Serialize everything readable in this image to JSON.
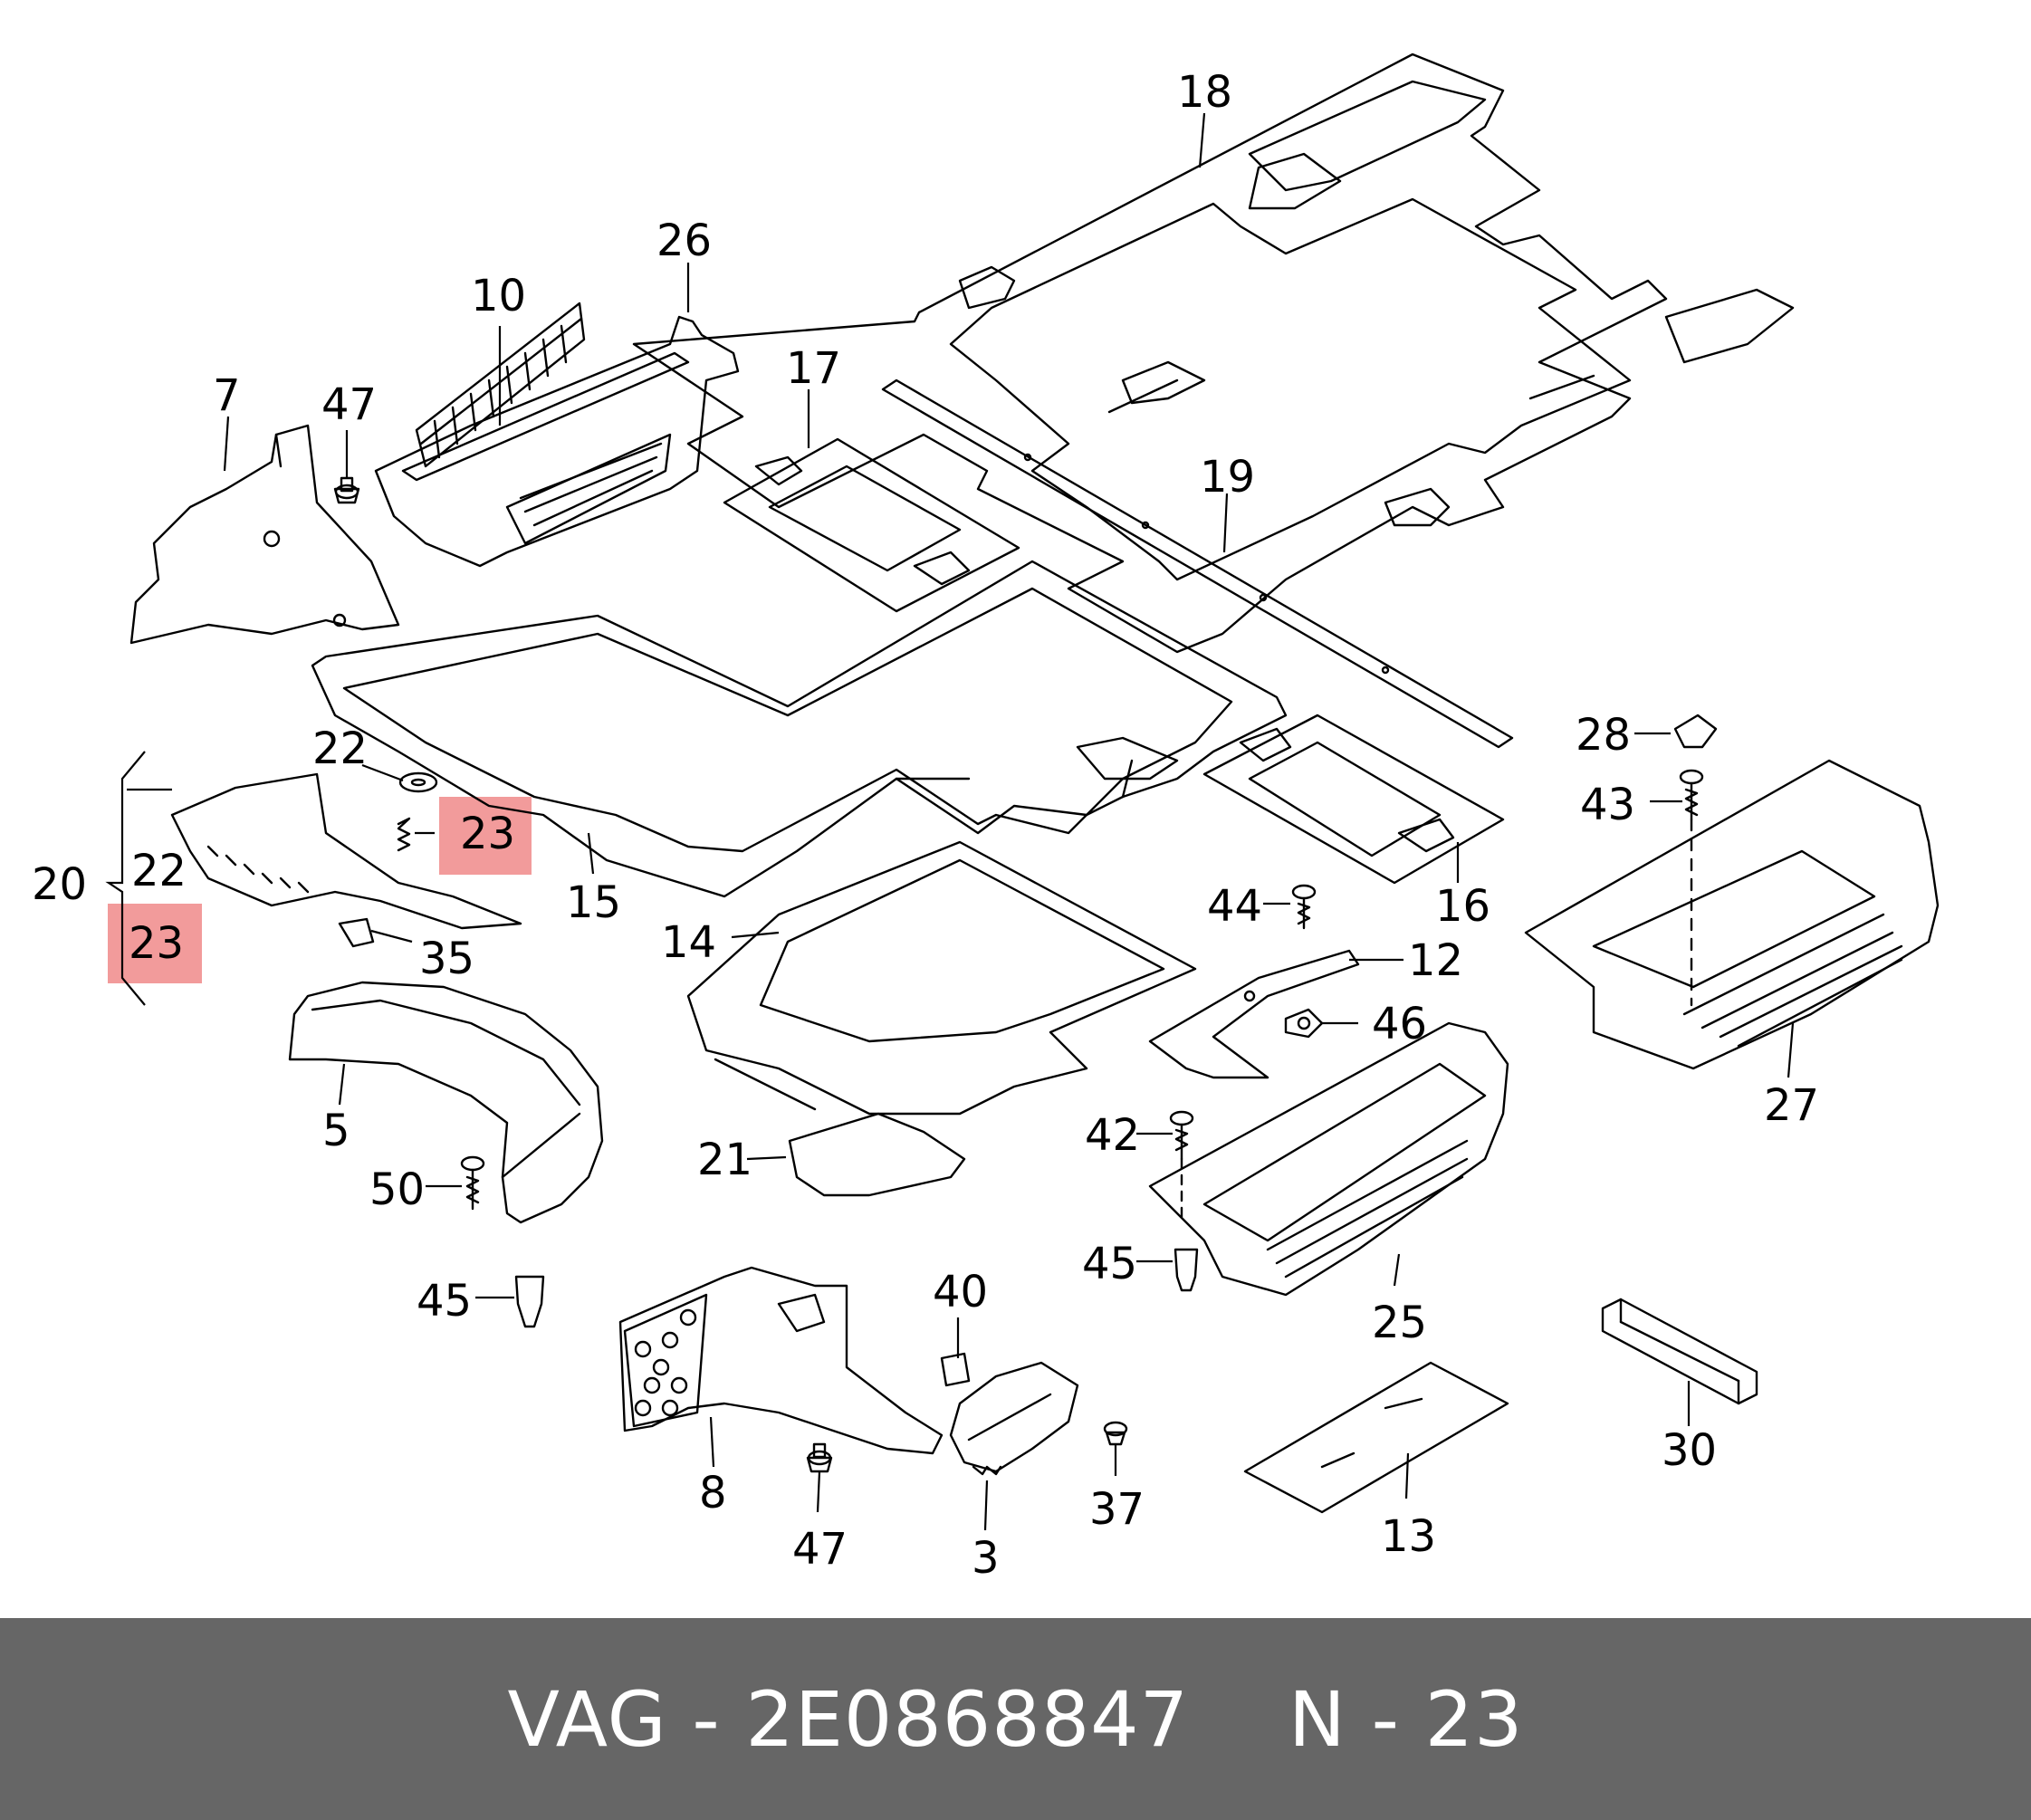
{
  "footer": {
    "part_text": "VAG - 2E0868847",
    "ref_text": "N - 23"
  },
  "colors": {
    "highlight": "#f08a8a",
    "footer_bg": "#666666",
    "footer_text": "#ffffff"
  },
  "callouts": {
    "c18": "18",
    "c26": "26",
    "c10": "10",
    "c7": "7",
    "c47a": "47",
    "c17": "17",
    "c19": "19",
    "c22a": "22",
    "c23a": "23",
    "c20": "20",
    "c22b": "22",
    "c23b": "23",
    "c15": "15",
    "c35": "35",
    "c14": "14",
    "c16": "16",
    "c28": "28",
    "c43": "43",
    "c44": "44",
    "c12": "12",
    "c46": "46",
    "c27": "27",
    "c5": "5",
    "c42": "42",
    "c21": "21",
    "c50": "50",
    "c45a": "45",
    "c45b": "45",
    "c25": "25",
    "c40": "40",
    "c8": "8",
    "c37": "37",
    "c47b": "47",
    "c3": "3",
    "c13": "13",
    "c30": "30"
  }
}
